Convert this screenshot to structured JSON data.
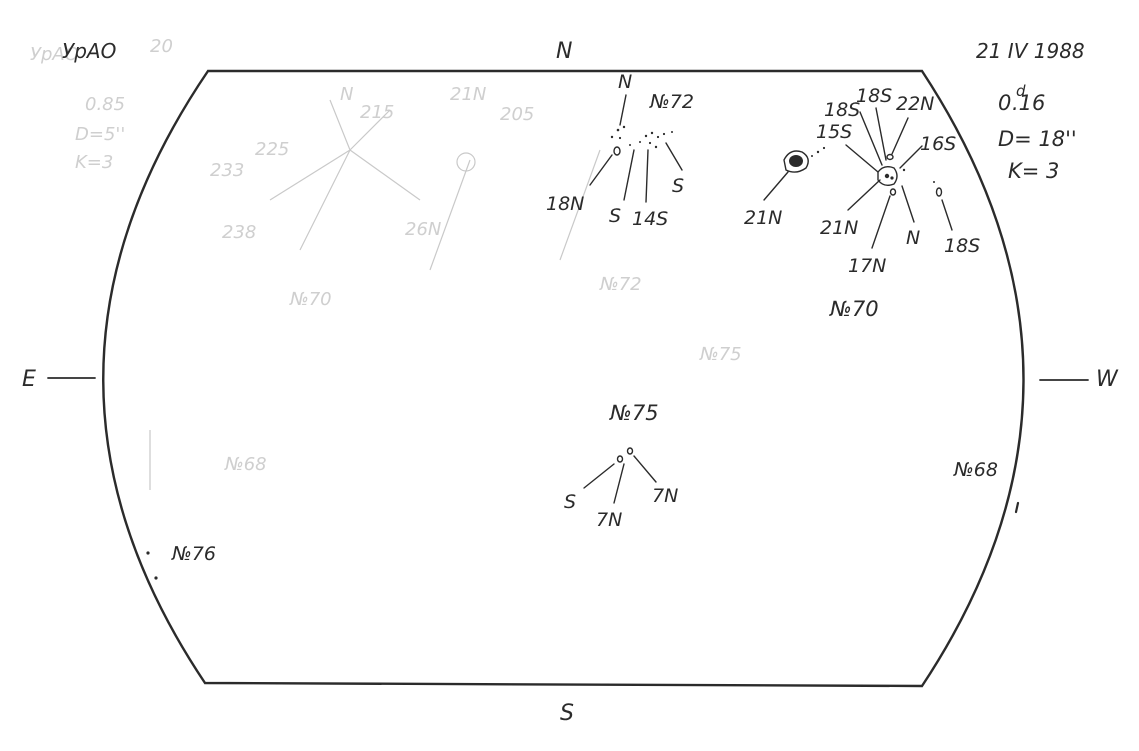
{
  "header": {
    "observatory": "УрАО",
    "date": "21 IV 1988",
    "time_main": "0",
    "time_sup": "d",
    "time_rest": ".16",
    "diameter": "D= 18''",
    "k_index": "K= 3"
  },
  "directions": {
    "north": "N",
    "south": "S",
    "east": "E",
    "west": "W"
  },
  "groups": [
    {
      "label": "№72",
      "spots": [
        "N",
        "18N",
        "S",
        "14S",
        "S"
      ]
    },
    {
      "label": "№70",
      "spots": [
        "18S",
        "18S",
        "22N",
        "15S",
        "16S",
        "21N",
        "21N",
        "17N",
        "N",
        "18S"
      ]
    },
    {
      "label": "№75",
      "spots": [
        "S",
        "7N",
        "7N"
      ]
    },
    {
      "label": "№68",
      "spots": []
    },
    {
      "label": "№76",
      "spots": []
    }
  ],
  "ghost_text": [
    "УрАО",
    "20",
    "233",
    "225",
    "215",
    "205",
    "238",
    "N",
    "№70",
    "№72",
    "№68",
    "K=3",
    "D=5''",
    "0.85",
    "№75",
    "21N",
    "26N"
  ]
}
